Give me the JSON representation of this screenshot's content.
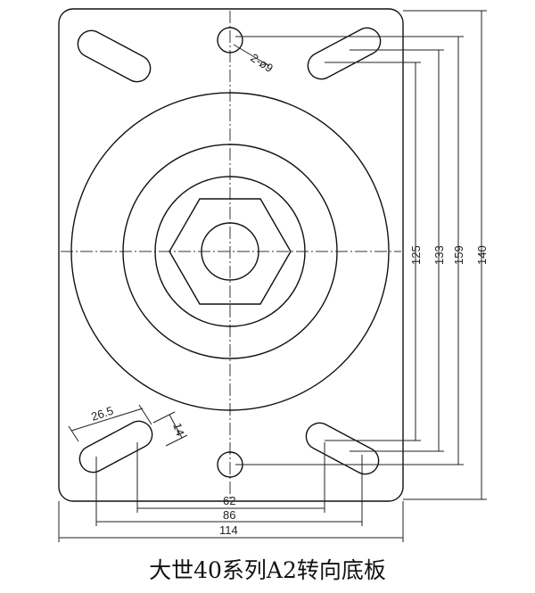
{
  "drawing": {
    "hole_callout": "2-ø9",
    "slot_length": "26.5",
    "slot_width": "14",
    "dims_vertical": [
      "125",
      "133",
      "159",
      "140"
    ],
    "dims_horizontal": [
      "62",
      "86",
      "114"
    ]
  },
  "caption": "大世40系列A2转向底板"
}
